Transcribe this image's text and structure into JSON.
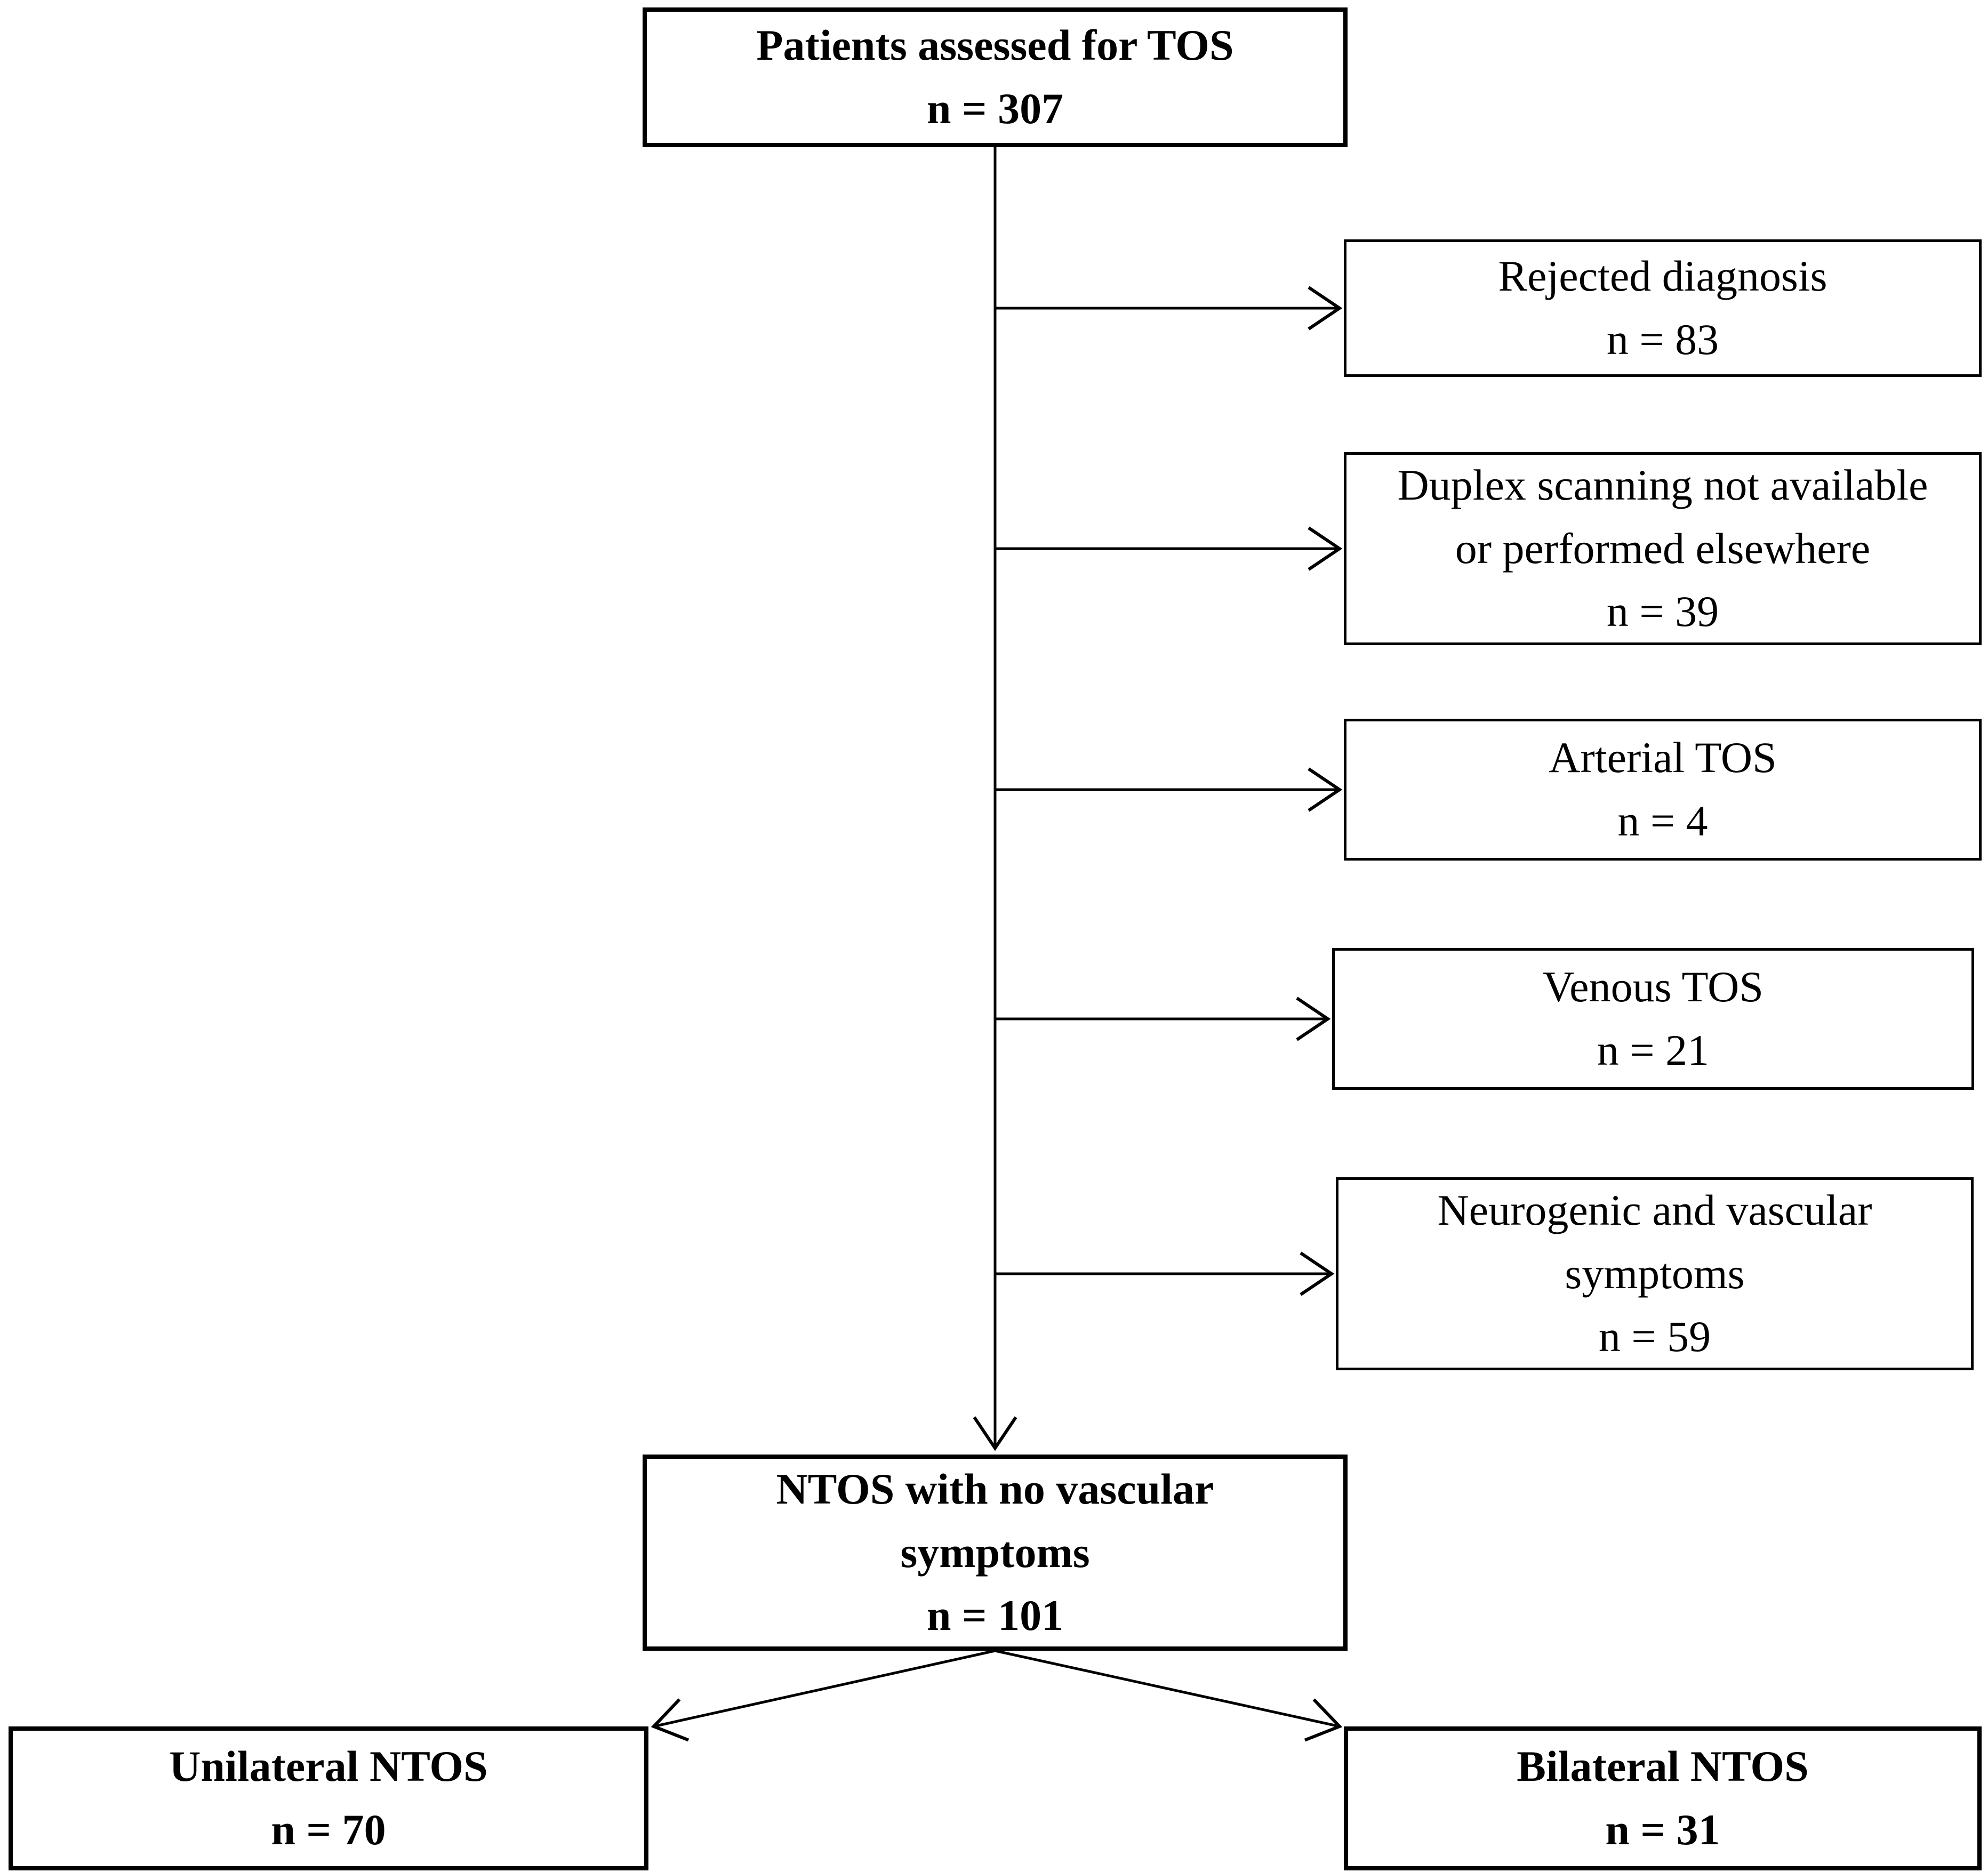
{
  "diagram": {
    "kind": "patient-flow-chart",
    "colors": {
      "stroke": "#000000",
      "background": "#ffffff"
    },
    "nodes": {
      "root": {
        "line1": "Patients assessed for TOS",
        "count": "n = 307"
      },
      "rejected": {
        "line1": "Rejected diagnosis",
        "count": "n = 83"
      },
      "duplex": {
        "line1": "Duplex scanning not available",
        "line2": "or performed elsewhere",
        "count": "n = 39"
      },
      "arterial": {
        "line1": "Arterial TOS",
        "count": "n = 4"
      },
      "venous": {
        "line1": "Venous TOS",
        "count": "n = 21"
      },
      "neurogenic": {
        "line1": "Neurogenic and vascular",
        "line2": "symptoms",
        "count": "n = 59"
      },
      "ntos": {
        "line1": "NTOS with no vascular",
        "line2": "symptoms",
        "count": "n = 101"
      },
      "unilateral": {
        "line1": "Unilateral NTOS",
        "count": "n = 70"
      },
      "bilateral": {
        "line1": "Bilateral NTOS",
        "count": "n = 31"
      }
    },
    "edges": [
      {
        "from": "root",
        "to": "rejected"
      },
      {
        "from": "root",
        "to": "duplex"
      },
      {
        "from": "root",
        "to": "arterial"
      },
      {
        "from": "root",
        "to": "venous"
      },
      {
        "from": "root",
        "to": "neurogenic"
      },
      {
        "from": "root",
        "to": "ntos"
      },
      {
        "from": "ntos",
        "to": "unilateral"
      },
      {
        "from": "ntos",
        "to": "bilateral"
      }
    ]
  }
}
